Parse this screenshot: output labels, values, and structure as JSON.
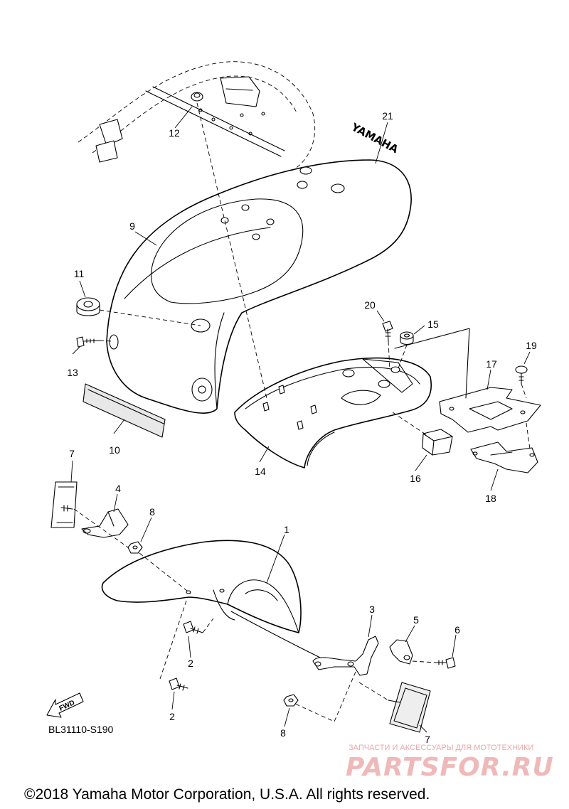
{
  "part_labels": [
    {
      "id": "p1",
      "text": "1"
    },
    {
      "id": "p2a",
      "text": "2"
    },
    {
      "id": "p2b",
      "text": "2"
    },
    {
      "id": "p3",
      "text": "3"
    },
    {
      "id": "p4",
      "text": "4"
    },
    {
      "id": "p5",
      "text": "5"
    },
    {
      "id": "p6",
      "text": "6"
    },
    {
      "id": "p7a",
      "text": "7"
    },
    {
      "id": "p7b",
      "text": "7"
    },
    {
      "id": "p8a",
      "text": "8"
    },
    {
      "id": "p8b",
      "text": "8"
    },
    {
      "id": "p9",
      "text": "9"
    },
    {
      "id": "p10",
      "text": "10"
    },
    {
      "id": "p11",
      "text": "11"
    },
    {
      "id": "p12",
      "text": "12"
    },
    {
      "id": "p13",
      "text": "13"
    },
    {
      "id": "p14",
      "text": "14"
    },
    {
      "id": "p15",
      "text": "15"
    },
    {
      "id": "p16",
      "text": "16"
    },
    {
      "id": "p17",
      "text": "17"
    },
    {
      "id": "p18",
      "text": "18"
    },
    {
      "id": "p19",
      "text": "19"
    },
    {
      "id": "p20",
      "text": "20"
    },
    {
      "id": "p21",
      "text": "21"
    }
  ],
  "decal_text": "YAMAHA",
  "fwd_label": "FWD",
  "diagram_code": "BL31110-S190",
  "copyright": "©2018 Yamaha Motor Corporation, U.S.A. All rights reserved.",
  "watermark": {
    "tagline": "ЗАПЧАСТИ И АКСЕССУАРЫ ДЛЯ МОТОТЕХНИКИ",
    "site": "PARTSFOR.RU"
  }
}
